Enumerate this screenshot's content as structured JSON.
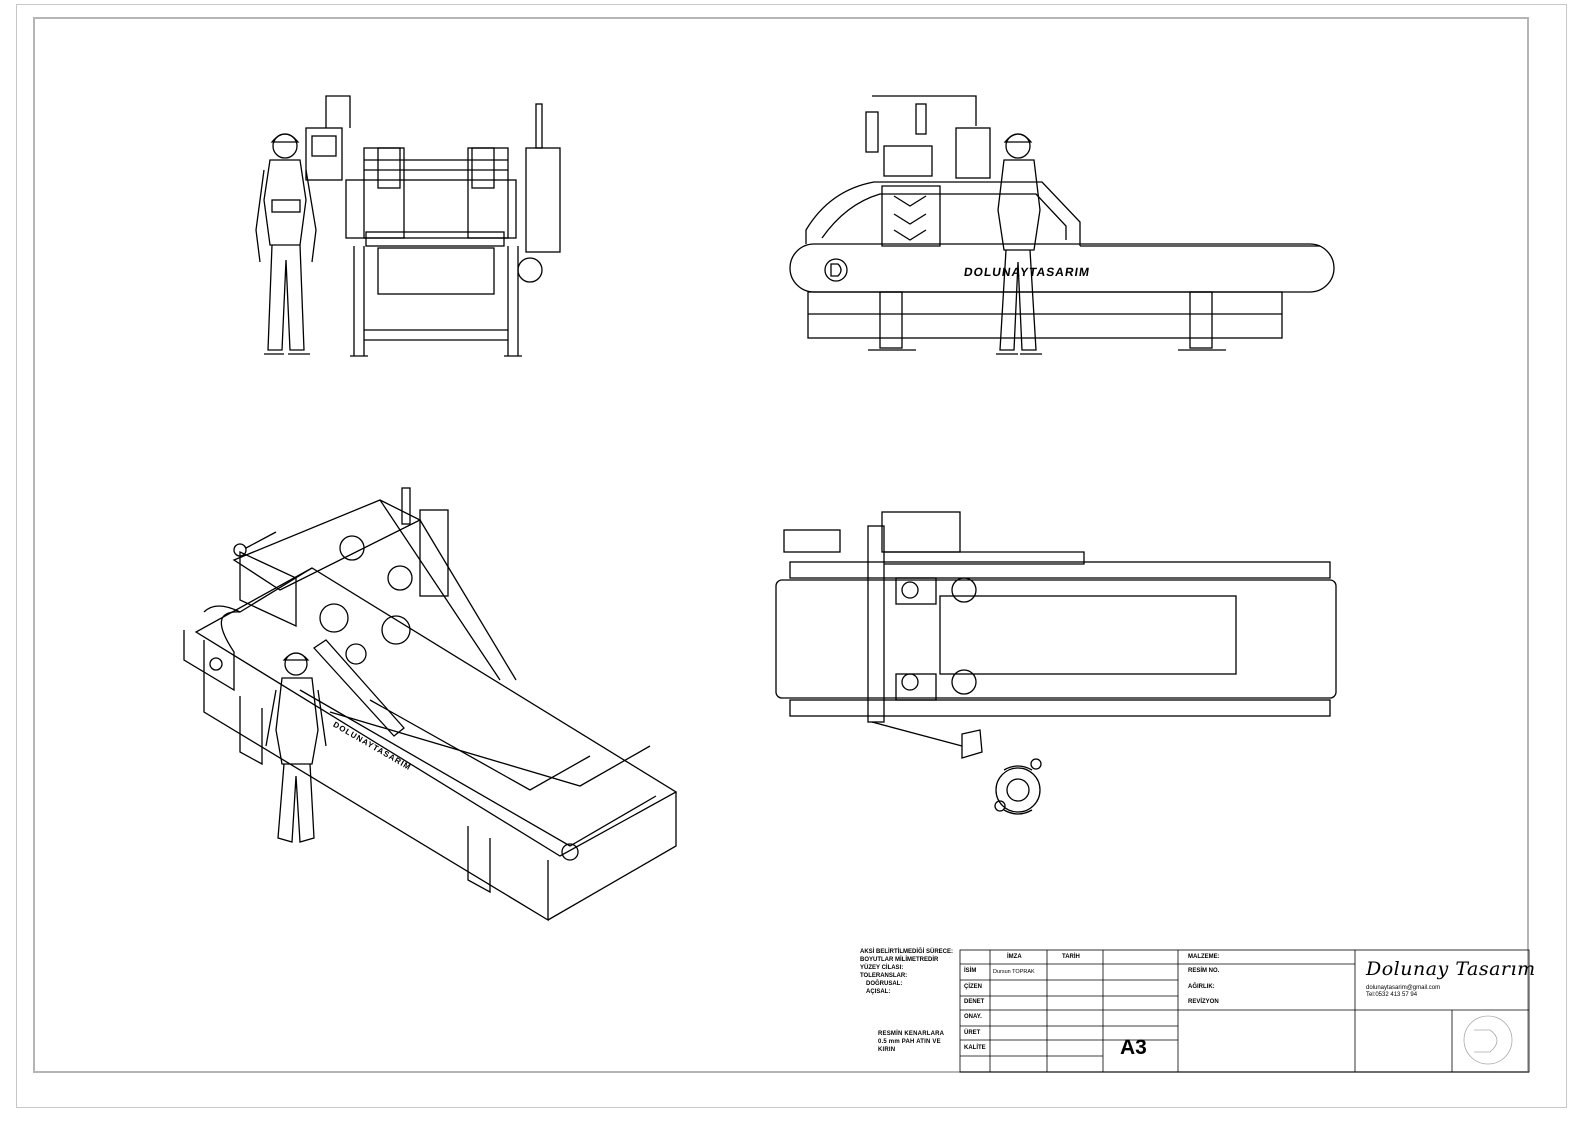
{
  "brand": {
    "company": "Dolunay Tasarım",
    "machine_lettering": "DOLUNAYTASARIM",
    "email": "dolunaytasarim@gmail.com",
    "phone": "Tel:0532 413 57 94"
  },
  "notes": {
    "line1": "AKSİ BELİRTİLMEDİĞİ SÜRECE:",
    "line2": "BOYUTLAR MİLİMETREDİR",
    "line3": "YÜZEY CİLASI:",
    "line4": "TOLERANSLAR:",
    "line5": "DOĞRUSAL:",
    "line6": "AÇISAL:",
    "edge1": "RESMİN KENARLARA",
    "edge2": "0.5 mm PAH ATIN VE",
    "edge3": "KIRIN"
  },
  "title_block": {
    "col_imza": "İMZA",
    "col_tarih": "TARİH",
    "row_isim": "İSİM",
    "drawer_name": "Dursun TOPRAK",
    "row_cizen": "ÇİZEN",
    "row_denet": "DENET",
    "row_onay": "ONAY.",
    "row_uret": "ÜRET",
    "row_kalite": "KALİTE",
    "malzeme": "MALZEME:",
    "resim_no": "RESİM NO.",
    "agirlik": "AĞIRLIK:",
    "revizyon": "REVİZYON",
    "sheet_size": "A3"
  },
  "colors": {
    "line": "#000000",
    "frame": "#b5b5b5",
    "background": "#ffffff"
  }
}
